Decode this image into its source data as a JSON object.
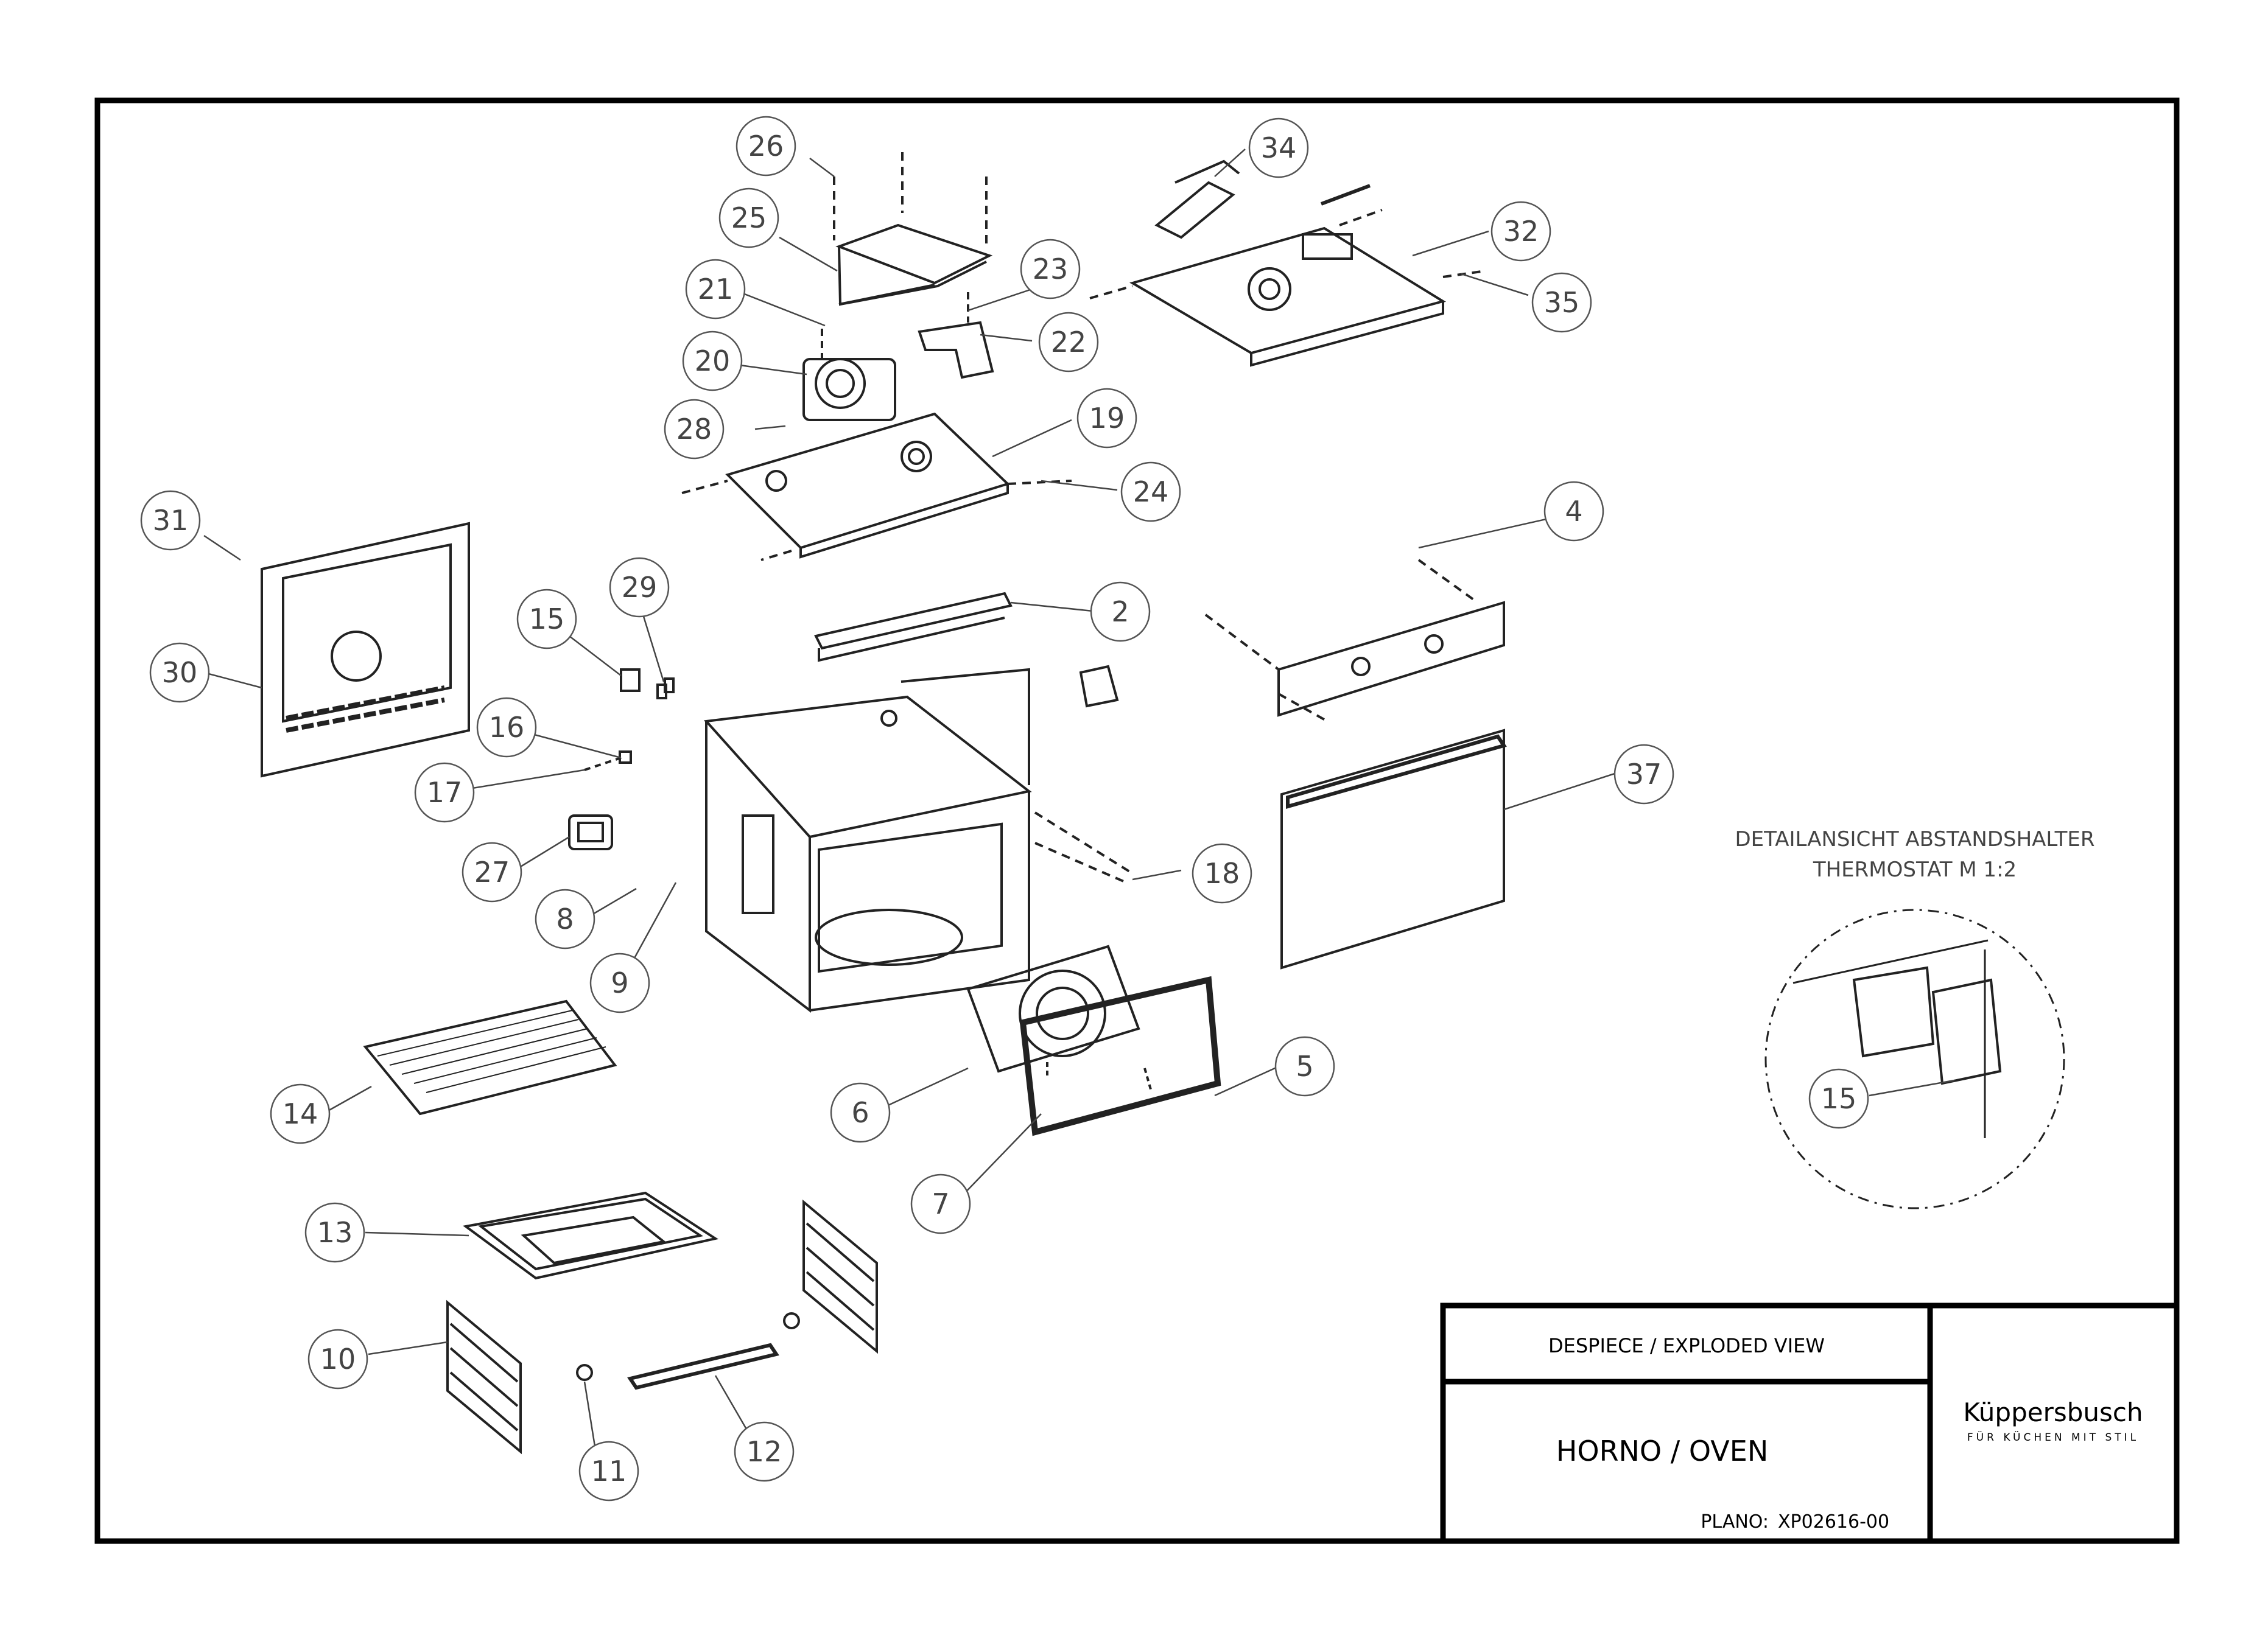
{
  "title_block": {
    "view_label": "DESPIECE / EXPLODED VIEW",
    "product": "HORNO / OVEN",
    "plano_label": "PLANO:",
    "plano_number": "XP02616-00",
    "brand": "Küppersbusch",
    "brand_tagline": "FÜR KÜCHEN MIT STIL"
  },
  "detail_view": {
    "line1": "DETAILANSICHT ABSTANDSHALTER",
    "line2": "THERMOSTAT M 1:2",
    "balloon": "15"
  },
  "parts": [
    "26",
    "25",
    "21",
    "20",
    "28",
    "23",
    "22",
    "19",
    "24",
    "34",
    "32",
    "35",
    "31",
    "30",
    "15",
    "29",
    "16",
    "17",
    "27",
    "8",
    "9",
    "2",
    "4",
    "18",
    "37",
    "14",
    "6",
    "5",
    "7",
    "13",
    "10",
    "11",
    "12"
  ],
  "colors": {
    "line": "#222222",
    "balloon": "#555555",
    "frame": "#000000"
  }
}
